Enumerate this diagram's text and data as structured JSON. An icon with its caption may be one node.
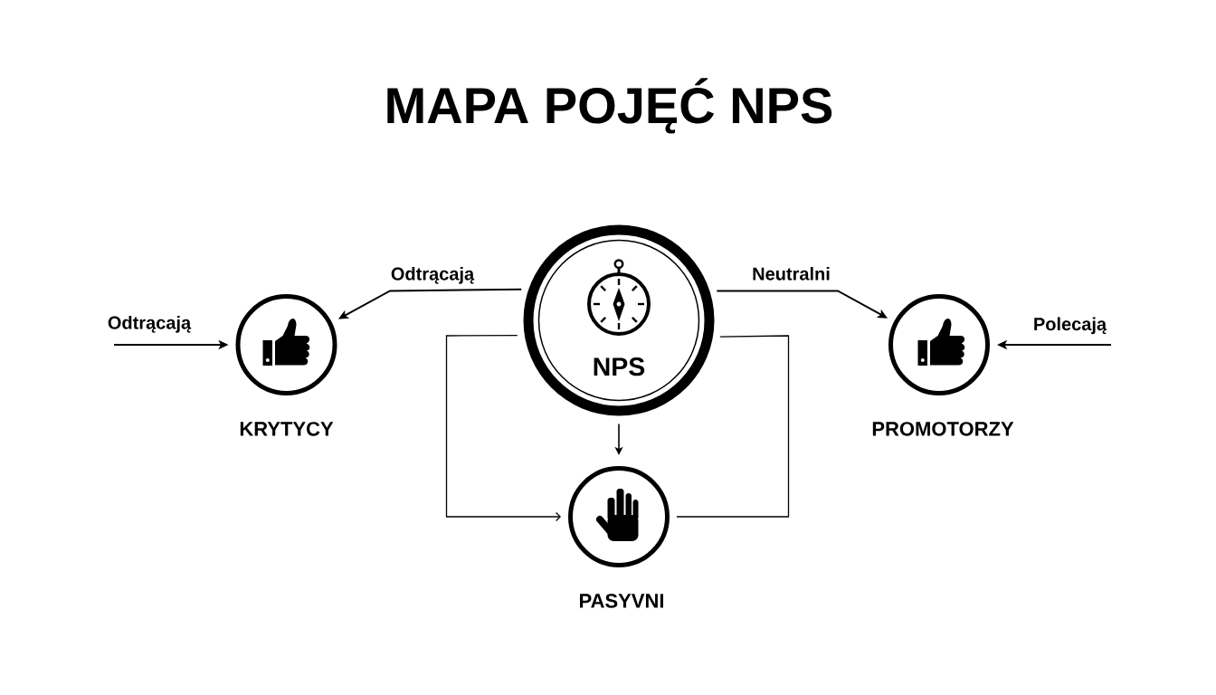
{
  "diagram": {
    "title": "MAPA POJĘĆ NPS",
    "nodes": [
      {
        "text": [
          "NPS"
        ]
      },
      {
        "text": [
          "KRYTYCY"
        ]
      },
      {
        "text": [
          "PROMOTORZY"
        ]
      },
      {
        "text": [
          "PASYVNI"
        ]
      }
    ],
    "edges": [
      {
        "from": null,
        "to": 1,
        "arrow": "to",
        "label": "Odtrącają"
      },
      {
        "from": 0,
        "to": 1,
        "arrow": "to",
        "label": "Odtrącają"
      },
      {
        "from": 0,
        "to": 2,
        "arrow": "to",
        "label": "Neutralni"
      },
      {
        "from": null,
        "to": 2,
        "arrow": "to",
        "label": "Polecają"
      },
      {
        "from": 0,
        "to": 3,
        "arrow": "to"
      },
      {
        "from": 0,
        "to": 3,
        "arrow": "to"
      },
      {
        "from": 0,
        "to": 3,
        "arrow": "none"
      }
    ]
  }
}
